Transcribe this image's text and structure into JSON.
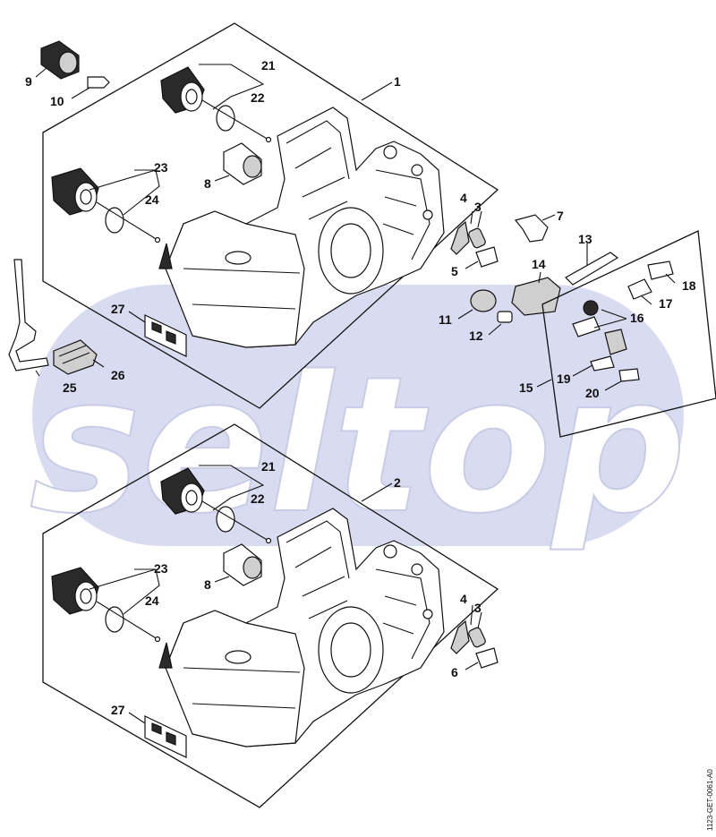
{
  "watermark": {
    "text": "seltop",
    "color": "#d9dbf1"
  },
  "reference_code": "1123-GET-0061-A0",
  "callouts": {
    "c1": "1",
    "c2": "2",
    "c3": "3",
    "c4": "4",
    "c5": "5",
    "c6": "6",
    "c7": "7",
    "c8": "8",
    "c9": "9",
    "c10": "10",
    "c11": "11",
    "c12": "12",
    "c13": "13",
    "c14": "14",
    "c15": "15",
    "c16": "16",
    "c17": "17",
    "c18": "18",
    "c19": "19",
    "c20": "20",
    "c21": "21",
    "c22": "22",
    "c23": "23",
    "c24": "24",
    "c25": "25",
    "c26": "26",
    "c27": "27"
  },
  "lower_group": {
    "c2": "2",
    "c3": "3",
    "c4": "4",
    "c6": "6",
    "c8": "8",
    "c21": "21",
    "c22": "22",
    "c23": "23",
    "c24": "24",
    "c27": "27"
  }
}
